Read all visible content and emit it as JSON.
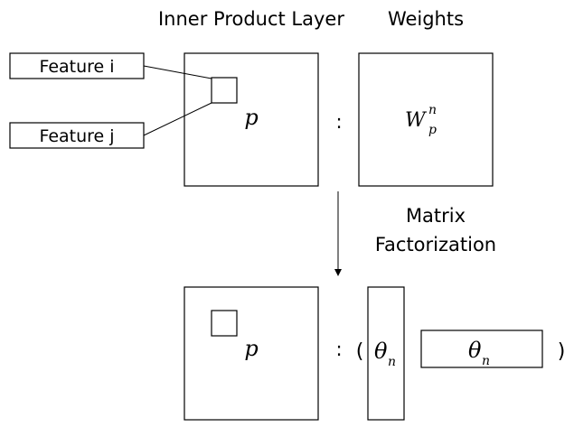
{
  "headers": {
    "inner_product_layer": "Inner Product Layer",
    "weights": "Weights"
  },
  "features": {
    "feature_i": "Feature i",
    "feature_j": "Feature j"
  },
  "top_row": {
    "p_symbol": "p",
    "colon": ":",
    "weight_base": "W",
    "weight_sup": "n",
    "weight_sub": "p"
  },
  "arrow_label": {
    "line1": "Matrix",
    "line2": "Factorization"
  },
  "bottom_row": {
    "p_symbol": "p",
    "colon": ":",
    "open_paren": "(",
    "close_paren": ")",
    "theta_col_base": "θ",
    "theta_col_sub": "n",
    "theta_row_base": "θ",
    "theta_row_sub": "n"
  },
  "colors": {
    "stroke": "#000000",
    "background": "#ffffff"
  }
}
